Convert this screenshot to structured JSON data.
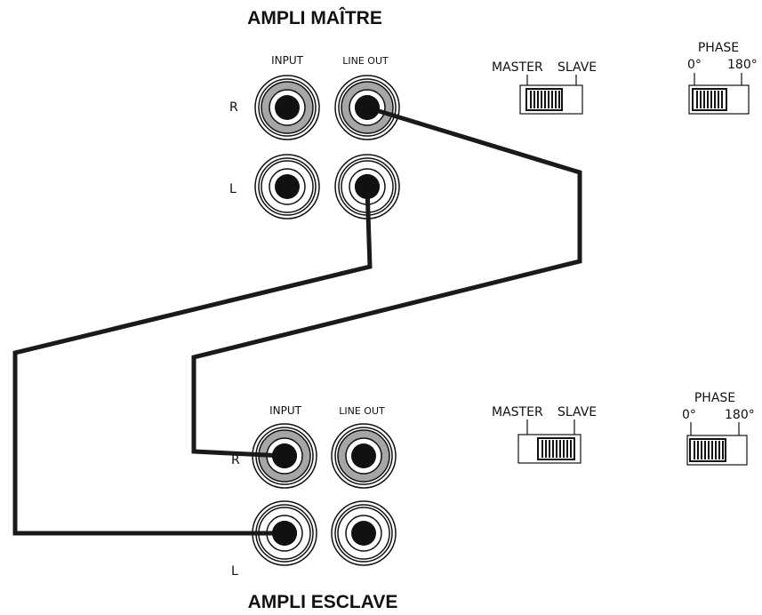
{
  "master": {
    "title": "AMPLI MAÎTRE",
    "input_label": "INPUT",
    "lineout_label": "LINE OUT",
    "r_label": "R",
    "l_label": "L",
    "mode_switch": {
      "left_label": "MASTER",
      "right_label": "SLAVE",
      "position": "left"
    },
    "phase_switch": {
      "title": "PHASE",
      "left_label": "0°",
      "right_label": "180°",
      "position": "left"
    }
  },
  "slave": {
    "title": "AMPLI ESCLAVE",
    "input_label": "INPUT",
    "lineout_label": "LINE OUT",
    "r_label": "R",
    "l_label": "L",
    "mode_switch": {
      "left_label": "MASTER",
      "right_label": "SLAVE",
      "position": "right"
    },
    "phase_switch": {
      "title": "PHASE",
      "left_label": "0°",
      "right_label": "180°",
      "position": "left"
    }
  },
  "colors": {
    "jack_gray": "#a6a6a6",
    "ink": "#111111",
    "cable": "#1a1a1a"
  }
}
